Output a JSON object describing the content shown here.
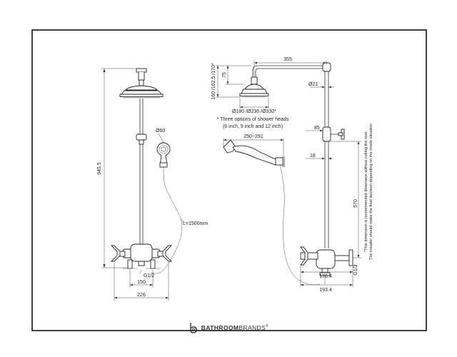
{
  "labels": {
    "left_height": "945.5",
    "head_handset_dia": "Ø60",
    "hose_length": "L=1500mm",
    "inlet_thread_left": "G1/2",
    "centres": "150",
    "overall_width": "226",
    "arm_length": "355",
    "head_drop": "160 /162.5 /170*",
    "head_neck": "75",
    "riser_dia": "Ø21",
    "head_diameters": "Ø180 /Ø236 /Ø330*",
    "head_note_line1": "* Three options of shower heads",
    "head_note_line2": "(6 inch, 9 inch and 12 inch)",
    "holder_reach": "250~291",
    "bracket_projection": "85",
    "bracket_offset": "18",
    "riser_height": "570",
    "inlet_thread_right": "G1/2",
    "projection_1": "176.4",
    "projection_2": "193.4",
    "note_line1": "*This dimension is recommended dimension without cutting the riser.",
    "note_line2": "The installer should make the final decision depending on the onsite situation."
  },
  "brand": {
    "name_bold": "BATHROOM",
    "name_regular": "BRANDS",
    "mark": "®"
  }
}
